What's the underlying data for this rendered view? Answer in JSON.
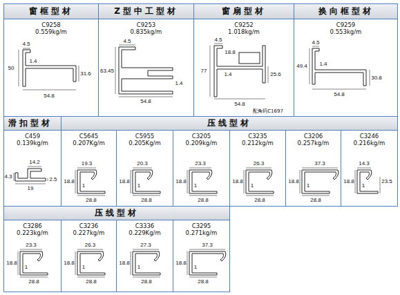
{
  "diagram": {
    "nodes": [
      {
        "text": [
          "窗框型材"
        ]
      },
      {
        "text": [
          "Z型中工型材"
        ]
      },
      {
        "text": [
          "窗扇型材"
        ]
      },
      {
        "text": [
          "换向框型材"
        ]
      },
      {
        "text": [
          "C9258",
          "0.559kg/m"
        ]
      },
      {
        "text": [
          "C9253",
          "0.835kg/m"
        ]
      },
      {
        "text": [
          "C9252",
          "1.018kg/m"
        ]
      },
      {
        "text": [
          "C9259",
          "0.553kg/m"
        ]
      },
      {
        "text": [
          "滑扣型材"
        ]
      },
      {
        "text": [
          "压线型材"
        ]
      },
      {
        "text": [
          "C459",
          "0.139kg/m"
        ]
      },
      {
        "text": [
          "C5645",
          "0.207Kg/m"
        ]
      },
      {
        "text": [
          "C5955",
          "0.205Kg/m"
        ]
      },
      {
        "text": [
          "C3205",
          "0.209kg/m"
        ]
      },
      {
        "text": [
          "C3235",
          "0.212kg/m"
        ]
      },
      {
        "text": [
          "C3206",
          "0.257kg/m"
        ]
      },
      {
        "text": [
          "C3246",
          "0.216kg/m"
        ]
      },
      {
        "text": [
          "压线型材"
        ]
      },
      {
        "text": [
          "C3286",
          "0.223kg/m"
        ]
      },
      {
        "text": [
          "C3236",
          "0.227kg/m"
        ]
      },
      {
        "text": [
          "C3336",
          "0.229Kg/m"
        ]
      },
      {
        "text": [
          "C3295",
          "0.271kg/m"
        ]
      }
    ],
    "labels": [
      "4.5",
      "1.4",
      "50",
      "31.6",
      "54.8",
      "4.5",
      "63.45",
      "1.4",
      "54.8",
      "4.5",
      "18.8",
      "77",
      "1.4",
      "25.6",
      "54.8",
      "配角码C1697",
      "4.5",
      "49.4",
      "1.4",
      "30.8",
      "54.8",
      "14.2",
      "4.3",
      "19",
      "2.5",
      "19.3",
      "18.8",
      "1",
      "28.8",
      "20.3",
      "18.8",
      "1",
      "28.8",
      "23.3",
      "18.8",
      "1",
      "28.8",
      "26.3",
      "18.8",
      "1",
      "28.8",
      "37.3",
      "18.8",
      "1",
      "28.8",
      "14.3",
      "18.8",
      "1",
      "23.5",
      "23.3",
      "18.8",
      "1",
      "28.8",
      "26.3",
      "18.8",
      "1",
      "28.8",
      "27.3",
      "18.8",
      "1",
      "28.8",
      "37.3",
      "18.8",
      "1",
      "28.8"
    ]
  }
}
